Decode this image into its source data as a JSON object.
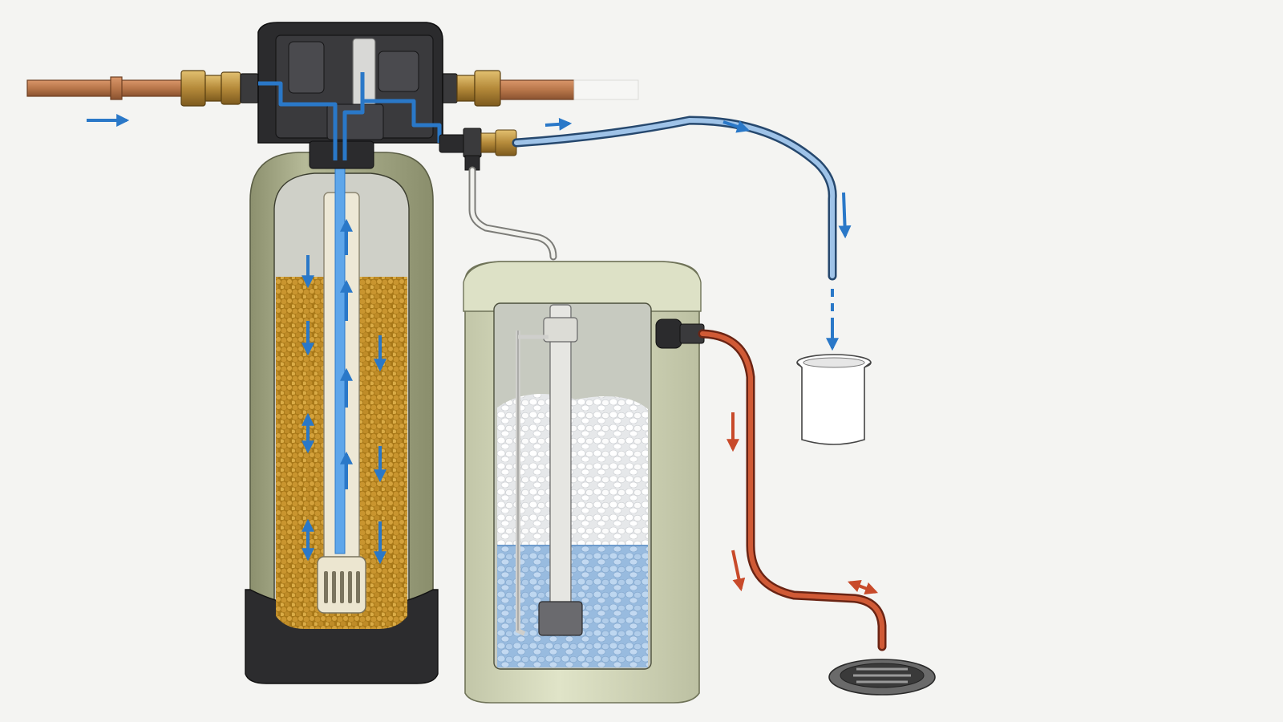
{
  "colors": {
    "background": "#f4f4f2",
    "copper_pipe": "#b8764a",
    "brass_fitting": "#b58a3a",
    "control_head": "#2b2b2d",
    "resin_tank_shell": "#a9ad8c",
    "resin_beads": "#b88a2a",
    "brine_tank_shell": "#d7dbbf",
    "salt": "#ffffff",
    "brine_water": "#a9c8e8",
    "soft_water_flow": "#2a78c8",
    "drain_flow": "#c84a2a",
    "drain_grate": "#555555"
  },
  "icons": {
    "flow_arrow": "arrow-icon",
    "floor_drain": "floor-drain-icon",
    "air_gap_cup": "air-gap-cup-icon"
  },
  "flow_directions": {
    "supply_inlet": "right",
    "service_outlet": "right",
    "resin_bed_outer": "down",
    "riser_tube": "up",
    "drain_line": "down",
    "drain_outlet": "bidirectional"
  }
}
